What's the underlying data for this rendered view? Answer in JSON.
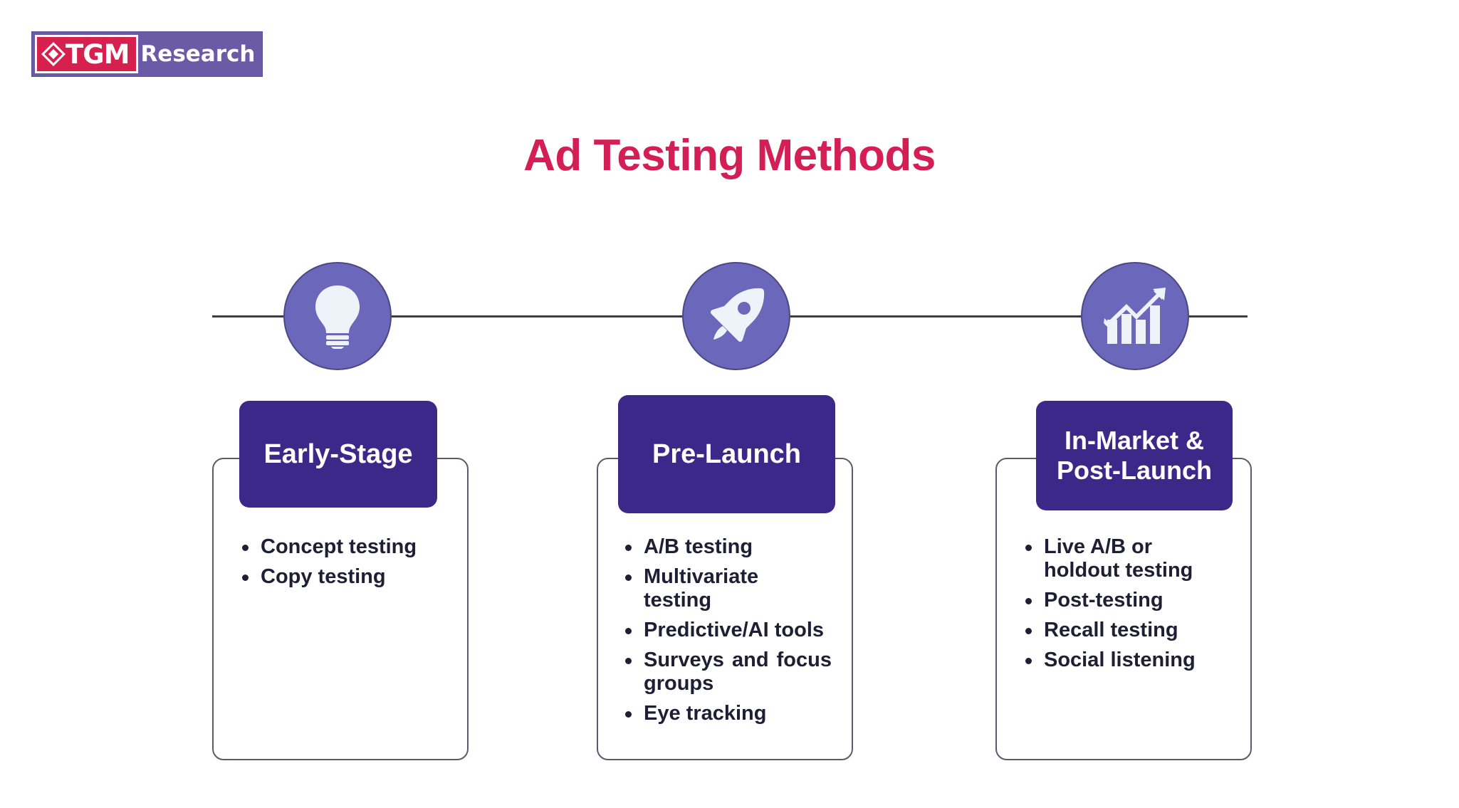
{
  "logo": {
    "name": "TGM Research",
    "tgm_text": "TGM",
    "research_text": "Research",
    "diamond_icon": "diamond-icon",
    "box_color": "#d6214f",
    "background_color": "#6a5ba6"
  },
  "title": {
    "text": "Ad Testing Methods",
    "color": "#d31f56"
  },
  "timeline": {
    "line_color": "#3b3b4a",
    "circle_color": "#6b68bb",
    "header_color": "#3c2889",
    "text_color": "#1e1e35"
  },
  "stages": [
    {
      "id": "early-stage",
      "icon": "lightbulb-icon",
      "header": "Early-Stage",
      "items": [
        "Concept testing",
        "Copy testing"
      ]
    },
    {
      "id": "pre-launch",
      "icon": "rocket-icon",
      "header": "Pre-Launch",
      "items": [
        "A/B testing",
        "Multivariate testing",
        "Predictive/AI tools",
        "Surveys and focus groups",
        "Eye tracking"
      ]
    },
    {
      "id": "in-market-post-launch",
      "icon": "growth-chart-icon",
      "header_line1": "In-Market &",
      "header_line2": "Post-Launch",
      "items": [
        "Live A/B or holdout testing",
        "Post-testing",
        "Recall testing",
        "Social listening"
      ]
    }
  ]
}
